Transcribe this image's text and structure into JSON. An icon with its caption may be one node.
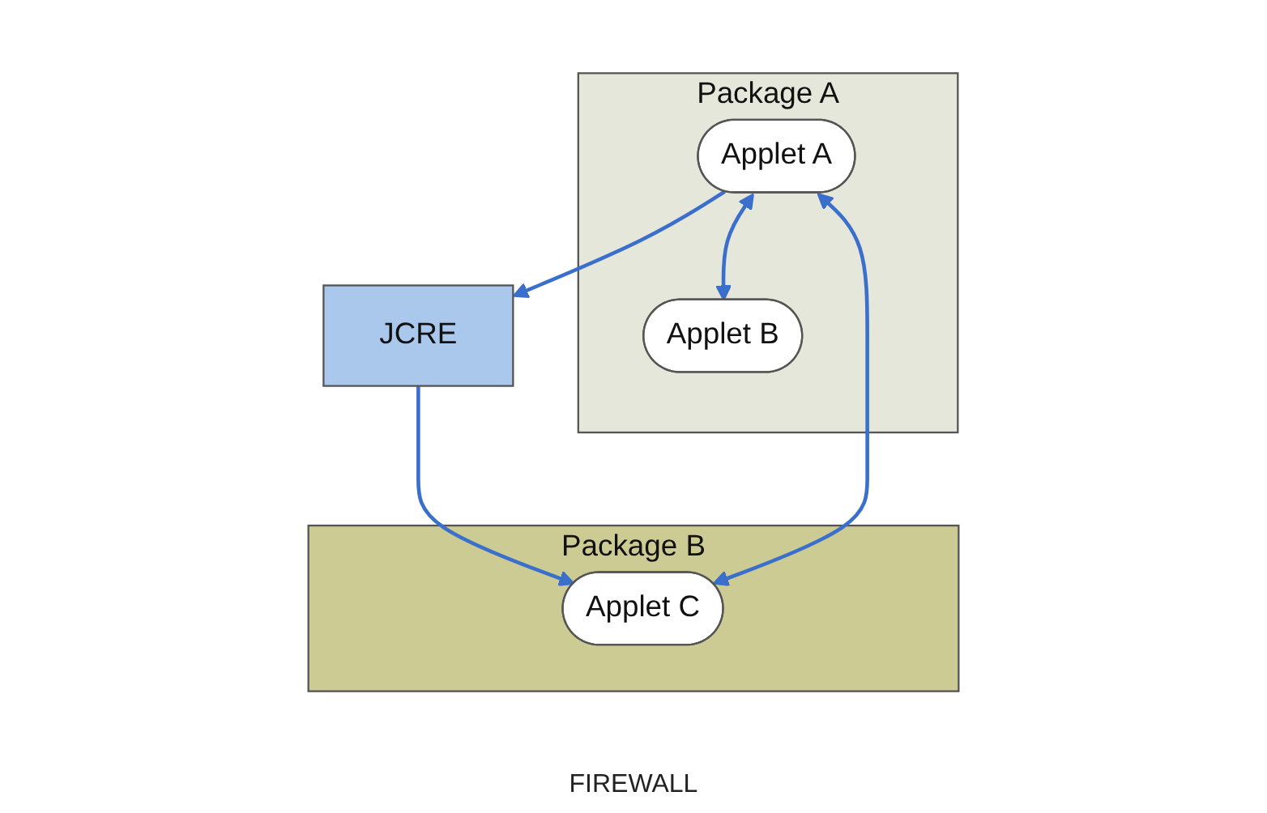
{
  "diagram": {
    "nodes": [
      {
        "text": [
          "JCRE"
        ]
      },
      {
        "text": [
          "Package A"
        ]
      },
      {
        "text": [
          "Applet A"
        ],
        "in": 1
      },
      {
        "text": [
          "Applet B"
        ],
        "in": 1
      },
      {
        "text": [
          "Package B"
        ]
      },
      {
        "text": [
          "Applet C"
        ],
        "in": 4
      }
    ],
    "edges": [
      {
        "from": 2,
        "to": 0,
        "arrow": "to"
      },
      {
        "from": 0,
        "to": 5,
        "arrow": "to"
      },
      {
        "from": 2,
        "to": 5,
        "arrow": "both"
      },
      {
        "from": 2,
        "to": 3,
        "arrow": "both"
      }
    ],
    "labels": [
      "FIREWALL"
    ]
  }
}
